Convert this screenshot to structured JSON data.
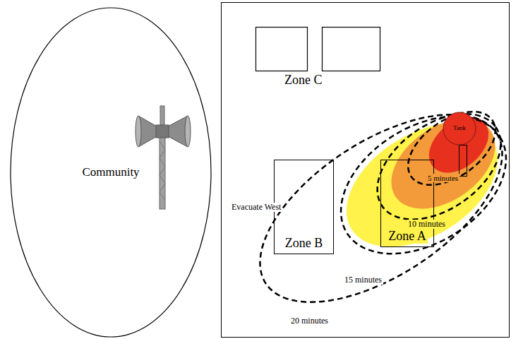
{
  "diagram": {
    "nodes": [
      {
        "text": [
          "Community"
        ]
      },
      {
        "text": [
          "Tank"
        ]
      },
      {
        "text": [
          "Zone B"
        ]
      },
      {
        "text": [
          "Zone A"
        ]
      }
    ],
    "labels": [
      "Zone C",
      "Evacuate West",
      "5 minutes",
      "10 minutes",
      "15 minutes",
      "20 minutes"
    ]
  }
}
